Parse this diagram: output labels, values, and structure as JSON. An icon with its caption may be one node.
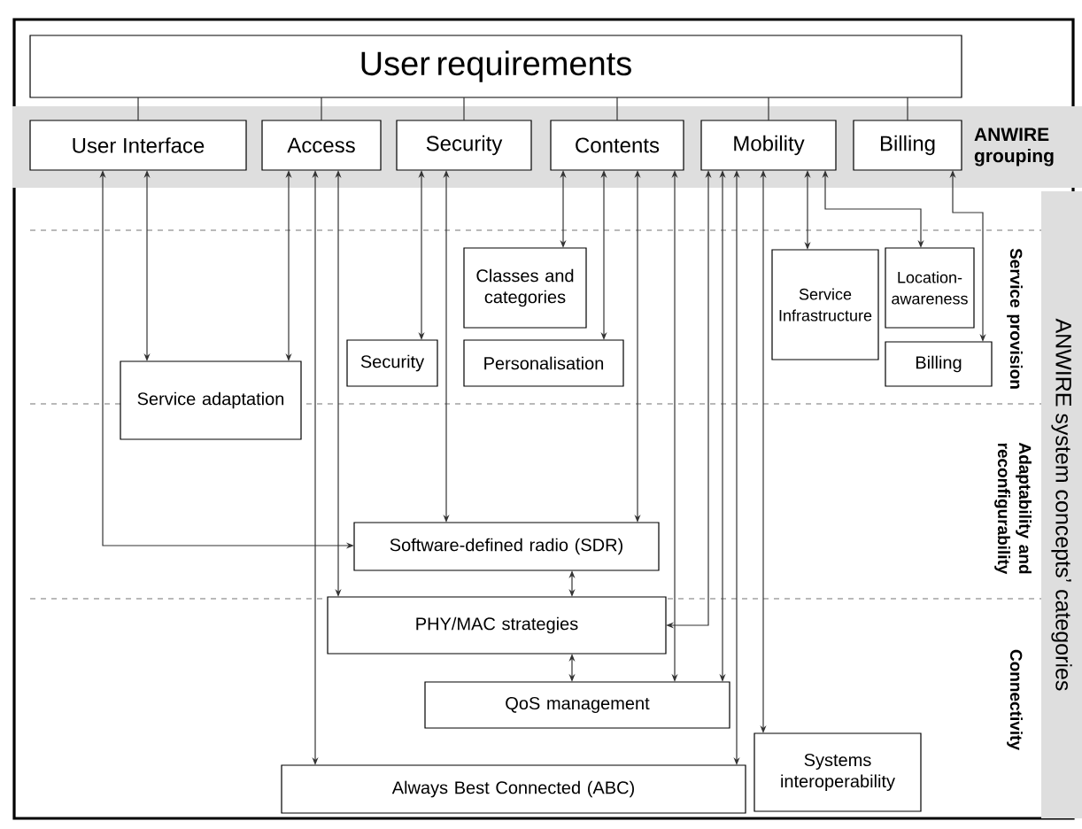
{
  "diagram": {
    "nodes": [
      {
        "text": [
          "User requirements"
        ]
      },
      {
        "text": [
          "ANWIRE grouping"
        ]
      },
      {
        "text": [
          "User Interface"
        ],
        "in": 1
      },
      {
        "text": [
          "Access"
        ],
        "in": 1
      },
      {
        "text": [
          "Security"
        ],
        "in": 1
      },
      {
        "text": [
          "Contents"
        ],
        "in": 1
      },
      {
        "text": [
          "Mobility"
        ],
        "in": 1
      },
      {
        "text": [
          "Billing"
        ],
        "in": 1
      },
      {
        "text": [
          "ANWIRE system concepts’ categories"
        ]
      },
      {
        "text": [
          "Classes and categories"
        ]
      },
      {
        "text": [
          "Service Infrastructure"
        ]
      },
      {
        "text": [
          "Location-awareness"
        ]
      },
      {
        "text": [
          "Security"
        ]
      },
      {
        "text": [
          "Personalisation"
        ]
      },
      {
        "text": [
          "Billing"
        ]
      },
      {
        "text": [
          "Service adaptation"
        ]
      },
      {
        "text": [
          "Software-defined radio (SDR)"
        ]
      },
      {
        "text": [
          "PHY/MAC strategies"
        ]
      },
      {
        "text": [
          "QoS management"
        ]
      },
      {
        "text": [
          "Always Best Connected (ABC)"
        ]
      },
      {
        "text": [
          "Systems interoperability"
        ]
      }
    ],
    "edges": [
      {
        "from": 0,
        "to": 2,
        "arrow": "none"
      },
      {
        "from": 0,
        "to": 3,
        "arrow": "none"
      },
      {
        "from": 0,
        "to": 4,
        "arrow": "none"
      },
      {
        "from": 0,
        "to": 5,
        "arrow": "none"
      },
      {
        "from": 0,
        "to": 6,
        "arrow": "none"
      },
      {
        "from": 0,
        "to": 7,
        "arrow": "none"
      },
      {
        "from": 2,
        "to": 16,
        "arrow": "both"
      },
      {
        "from": 2,
        "to": 15,
        "arrow": "both"
      },
      {
        "from": 3,
        "to": 15,
        "arrow": "both"
      },
      {
        "from": 3,
        "to": 19,
        "arrow": "both"
      },
      {
        "from": 3,
        "to": 17,
        "arrow": "both"
      },
      {
        "from": 4,
        "to": 16,
        "arrow": "both"
      },
      {
        "from": 4,
        "to": 12,
        "arrow": "both"
      },
      {
        "from": 5,
        "to": 9,
        "arrow": "both"
      },
      {
        "from": 5,
        "to": 16,
        "arrow": "both"
      },
      {
        "from": 5,
        "to": 13,
        "arrow": "both"
      },
      {
        "from": 5,
        "to": 18,
        "arrow": "both"
      },
      {
        "from": 6,
        "to": 17,
        "arrow": "both"
      },
      {
        "from": 6,
        "to": 18,
        "arrow": "both"
      },
      {
        "from": 6,
        "to": 19,
        "arrow": "both"
      },
      {
        "from": 6,
        "to": 10,
        "arrow": "both"
      },
      {
        "from": 6,
        "to": 20,
        "arrow": "both"
      },
      {
        "from": 6,
        "to": 11,
        "arrow": "both"
      },
      {
        "from": 7,
        "to": 14,
        "arrow": "both"
      },
      {
        "from": 16,
        "to": 17,
        "arrow": "both"
      },
      {
        "from": 17,
        "to": 18,
        "arrow": "both"
      }
    ],
    "labels": [
      "Service provision",
      "Adaptability and reconfigurability",
      "Connectivity"
    ]
  }
}
